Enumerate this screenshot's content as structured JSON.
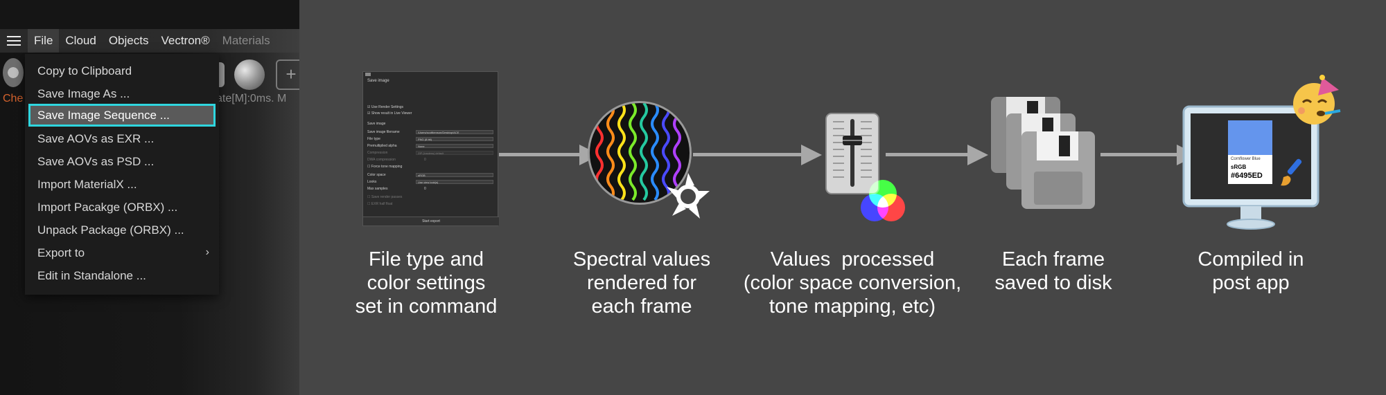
{
  "menubar": {
    "items": [
      "File",
      "Cloud",
      "Objects",
      "Vectron®",
      "Materials"
    ]
  },
  "status": {
    "left": "Che",
    "right": "ate[M]:0ms. M"
  },
  "file_menu": {
    "items": [
      "Copy to Clipboard",
      "Save Image As ...",
      "Save Image Sequence ...",
      "Save AOVs as EXR ...",
      "Save AOVs as PSD ...",
      "Import MaterialX ...",
      "Import Pacakge (ORBX) ...",
      "Unpack Package (ORBX) ...",
      "Export to",
      "Edit in Standalone ..."
    ],
    "highlighted_index": 2,
    "submenu_arrow": "›"
  },
  "dialog": {
    "title": "Save image",
    "checkbox1": "Use Render Settings",
    "checkbox2": "Show result in Live Viewer",
    "section": "Save image",
    "rows": [
      "Save image filename",
      "File type",
      "Premultiplied alpha",
      "Compression",
      "DWA compression",
      "Force tone mapping",
      "Color space",
      "Looks",
      "Max samples",
      "Save render passes",
      "EXR half float"
    ],
    "filename_value": "/Users/scottbenson/Desktop/ACE",
    "file_type_value": "PNG (8 bit)",
    "premult_value": "None",
    "compression_value": "ZIP (lossless) default",
    "color_space_value": "sRGB",
    "looks_value": "Use view look(s)",
    "dwa_value": "0",
    "max_samples_value": "0",
    "start_button": "Start export"
  },
  "steps": [
    {
      "lines": [
        "File type and",
        "color settings",
        "set in command"
      ]
    },
    {
      "lines": [
        "Spectral values",
        "rendered for",
        "each frame"
      ]
    },
    {
      "lines": [
        "Values  processed",
        "(color space conversion,",
        "tone mapping, etc)"
      ]
    },
    {
      "lines": [
        "Each frame",
        "saved to disk"
      ]
    },
    {
      "lines": [
        "Compiled in",
        "post app"
      ]
    }
  ],
  "color_card": {
    "name": "Cornflower Blue",
    "space": "sRGB",
    "hex": "#6495ED",
    "swatch_color": "#6495ED"
  },
  "icons": [
    "hamburger-icon",
    "spectral-sphere-icon",
    "octane-logo-icon",
    "fader-icon",
    "rgb-circles-icon",
    "floppy-disks-icon",
    "monitor-icon",
    "party-face-icon",
    "paintbrush-icon"
  ],
  "colors": {
    "background": "#464646",
    "highlight_border": "#2fd6df",
    "arrow": "#a8a8a8",
    "status_orange": "#d4622d"
  }
}
